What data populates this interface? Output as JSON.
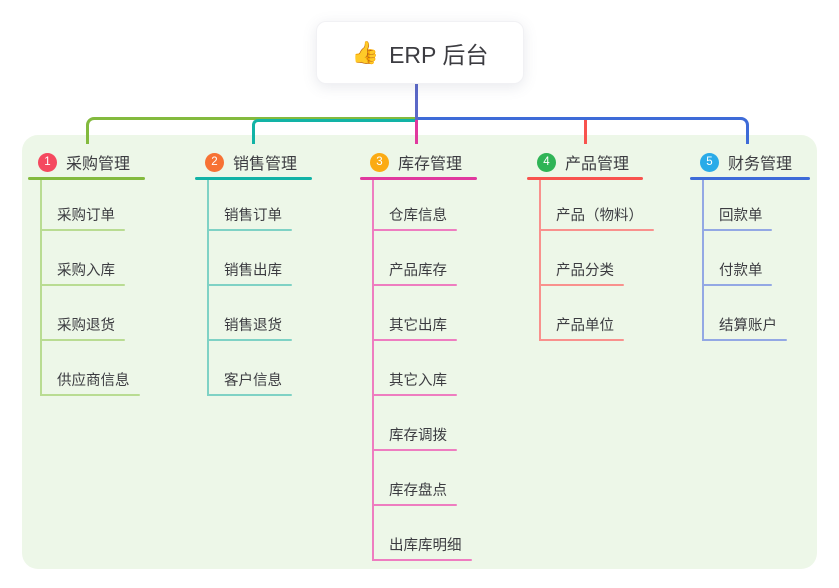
{
  "root": {
    "icon": "👍",
    "label": "ERP 后台"
  },
  "colors": {
    "page_bg": "#ffffff",
    "canvas_bg": "#edf7e8",
    "text": "#3c3c41",
    "root_drop_line": "#5b68c8"
  },
  "branches": [
    {
      "index": "1",
      "label": "采购管理",
      "badge_color": "#f5495f",
      "line_color": "#83ba3e",
      "tint_color": "#b9dc92",
      "items": [
        "采购订单",
        "采购入库",
        "采购退货",
        "供应商信息"
      ]
    },
    {
      "index": "2",
      "label": "销售管理",
      "badge_color": "#f77234",
      "line_color": "#12b3a6",
      "tint_color": "#7fd2c5",
      "items": [
        "销售订单",
        "销售出库",
        "销售退货",
        "客户信息"
      ]
    },
    {
      "index": "3",
      "label": "库存管理",
      "badge_color": "#fbab14",
      "line_color": "#e0399e",
      "tint_color": "#ee7dc0",
      "items": [
        "仓库信息",
        "产品库存",
        "其它出库",
        "其它入库",
        "库存调拨",
        "库存盘点",
        "出库库明细"
      ]
    },
    {
      "index": "4",
      "label": "产品管理",
      "badge_color": "#2fb456",
      "line_color": "#f8534e",
      "tint_color": "#f9918d",
      "items": [
        "产品（物料）",
        "产品分类",
        "产品单位"
      ]
    },
    {
      "index": "5",
      "label": "财务管理",
      "badge_color": "#2aabe8",
      "line_color": "#3e6bd8",
      "tint_color": "#93a8e4",
      "items": [
        "回款单",
        "付款单",
        "结算账户"
      ]
    }
  ]
}
